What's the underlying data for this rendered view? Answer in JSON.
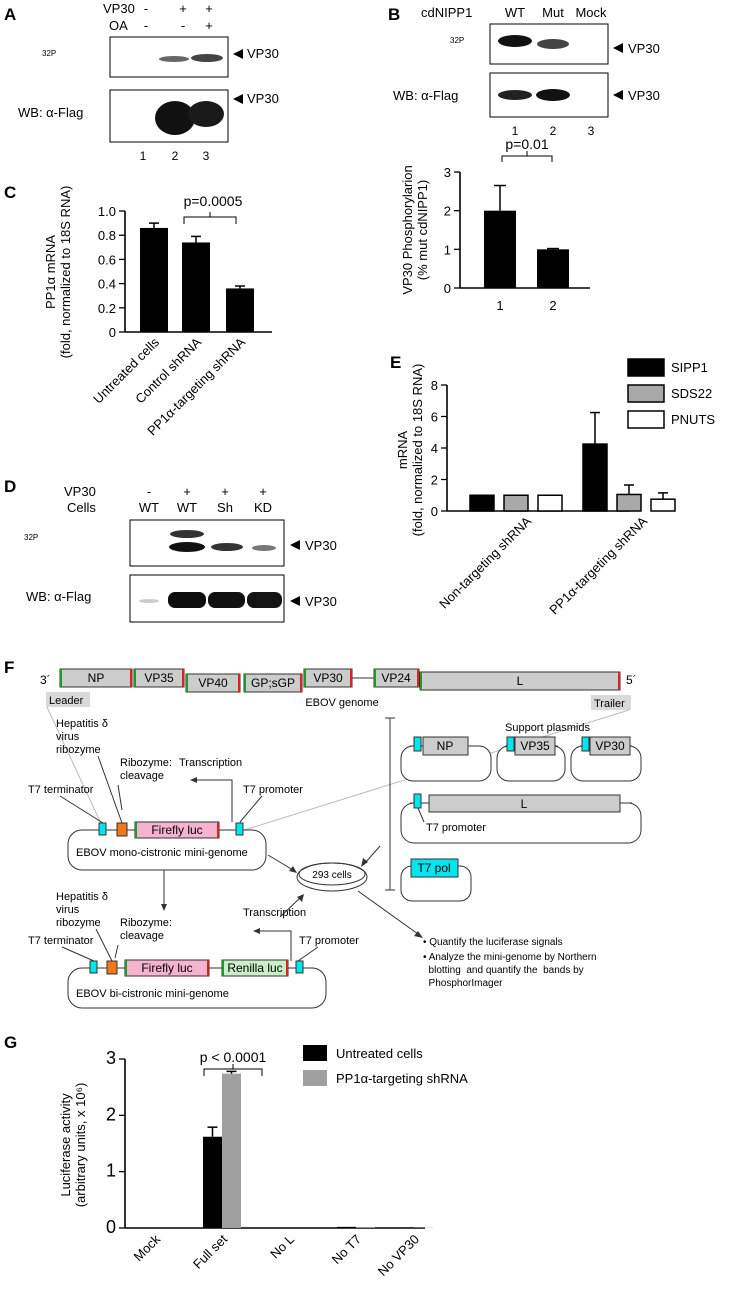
{
  "panel_letters": {
    "a": "A",
    "b": "B",
    "c": "C",
    "d": "D",
    "e": "E",
    "f": "F",
    "g": "G"
  },
  "panel_a": {
    "row_labels": [
      "VP30",
      "OA"
    ],
    "row_values": [
      [
        "-",
        "+",
        "+"
      ],
      [
        "-",
        "-",
        "+"
      ]
    ],
    "blot_labels": [
      "32P",
      "WB: α-Flag"
    ],
    "band_label": "VP30",
    "lanes": [
      "1",
      "2",
      "3"
    ]
  },
  "panel_b": {
    "header_label": "cdNIPP1",
    "columns": [
      "WT",
      "Mut",
      "Mock"
    ],
    "blot_labels": [
      "32P",
      "WB: α-Flag"
    ],
    "band_label": "VP30",
    "lanes": [
      "1",
      "2",
      "3"
    ]
  },
  "panel_d": {
    "row_labels": [
      "VP30",
      "Cells"
    ],
    "vp30_values": [
      "-",
      "+",
      "+",
      "+"
    ],
    "cells_values": [
      "WT",
      "WT",
      "Sh",
      "KD"
    ],
    "blot_labels": [
      "32P",
      "WB: α-Flag"
    ],
    "band_label": "VP30"
  },
  "panel_f": {
    "genome_end_left": "3´",
    "genome_end_right": "5´",
    "genome_genes": [
      "NP",
      "VP35",
      "VP40",
      "GP;sGP",
      "VP30",
      "VP24",
      "L"
    ],
    "leader": "Leader",
    "trailer": "Trailer",
    "genome_caption": "EBOV genome",
    "hdv_label": [
      "Hepatitis δ",
      "virus",
      "ribozyme"
    ],
    "ribozyme_label": [
      "Ribozyme:",
      "cleavage"
    ],
    "transcription": "Transcription",
    "t7_promoter": "T7 promoter",
    "t7_terminator": "T7 terminator",
    "firefly": "Firefly luc",
    "renilla": "Renilla luc",
    "mono_caption": "EBOV mono-cistronic mini-genome",
    "bi_caption": "EBOV bi-cistronic mini-genome",
    "support_title": "Support plasmids",
    "support_genes": [
      "NP",
      "VP35",
      "VP30"
    ],
    "support_L": "L",
    "t7_pol": "T7 pol",
    "cells": "293 cells",
    "notes": [
      "• Quantify the luciferase signals",
      "• Analyze the mini-genome by Northern",
      "  blotting  and quantify the  bands by",
      "  PhosphorImager"
    ]
  },
  "chart_data": [
    {
      "panel": "B",
      "type": "bar",
      "categories": [
        "1",
        "2"
      ],
      "values": [
        2.0,
        1.0
      ],
      "errors": [
        0.65,
        0.02
      ],
      "ylabel": "VP30 Phosphorylarion (% mut cdNIPP1)",
      "ylim": [
        0,
        3
      ],
      "yticks": [
        "0",
        "1",
        "2",
        "3"
      ],
      "annotation": "p=0.01",
      "colors": [
        "#000000"
      ]
    },
    {
      "panel": "C",
      "type": "bar",
      "categories": [
        "Untreated cells",
        "Control shRNA",
        "PP1α-targeting shRNA"
      ],
      "values": [
        0.86,
        0.74,
        0.36
      ],
      "errors": [
        0.04,
        0.05,
        0.02
      ],
      "ylabel": "PP1α mRNA (fold, normalized to 18S RNA)",
      "ylim": [
        0,
        1.0
      ],
      "yticks": [
        "0",
        "0.2",
        "0.4",
        "0.6",
        "0.8",
        "1.0"
      ],
      "annotation": "p=0.0005",
      "colors": [
        "#000000"
      ]
    },
    {
      "panel": "E",
      "type": "bar",
      "categories": [
        "Non-targeting shRNA",
        "PP1α-targeting shRNA"
      ],
      "series": [
        {
          "name": "SIPP1",
          "values": [
            1.0,
            4.25
          ],
          "errors": [
            0,
            2.0
          ],
          "color": "#000000"
        },
        {
          "name": "SDS22",
          "values": [
            1.0,
            1.05
          ],
          "errors": [
            0,
            0.6
          ],
          "color": "#a9a9a9"
        },
        {
          "name": "PNUTS",
          "values": [
            1.0,
            0.75
          ],
          "errors": [
            0,
            0.4
          ],
          "color": "#ffffff"
        }
      ],
      "ylabel": "mRNA (fold, normalized to 18S RNA)",
      "ylim": [
        0,
        8
      ],
      "yticks": [
        "0",
        "2",
        "4",
        "6",
        "8"
      ],
      "legend": "top-right"
    },
    {
      "panel": "G",
      "type": "bar",
      "categories": [
        "Mock",
        "Full set",
        "No L",
        "No T7",
        "No VP30"
      ],
      "series": [
        {
          "name": "Untreated cells",
          "values": [
            0,
            1.62,
            0,
            0.02,
            0.01
          ],
          "errors": [
            0,
            0.17,
            0,
            0.01,
            0.005
          ],
          "color": "#000000"
        },
        {
          "name": "PP1α-targeting shRNA",
          "values": [
            0,
            2.74,
            0,
            0.01,
            0.005
          ],
          "errors": [
            0,
            0.04,
            0,
            0.005,
            0.005
          ],
          "color": "#a0a0a0"
        }
      ],
      "ylabel": "Luciferase activity (arbitrary units, x 10⁶)",
      "ylim": [
        0,
        3
      ],
      "yticks": [
        "0",
        "1",
        "2",
        "3"
      ],
      "annotation": "p < 0.0001",
      "legend": "top-right"
    }
  ]
}
